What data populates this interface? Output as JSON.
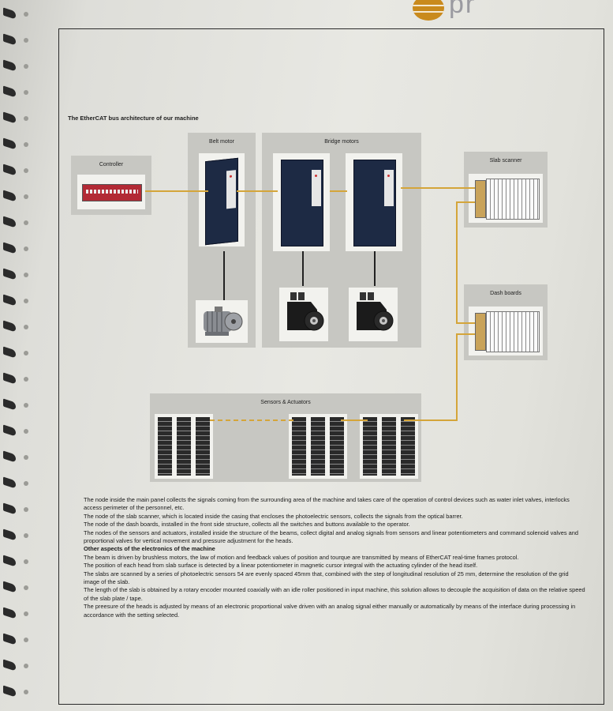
{
  "logo": {
    "text": "pr"
  },
  "document": {
    "title": "The EtherCAT bus architecture of our machine",
    "labels": {
      "controller": "Controller",
      "belt_motor": "Belt motor",
      "bridge_motors": "Bridge motors",
      "slab_scanner": "Slab scanner",
      "dash_boards": "Dash boards",
      "sensors_actuators": "Sensors & Actuators"
    },
    "paragraphs": [
      "The node inside the main panel collects the signals coming from the surrounding area of the machine and takes care of the operation of control devices such as water inlet valves, interlocks access perimeter of the personnel, etc.",
      "The node of the slab scanner, which is located inside the casing that encloses the photoelectric sensors, collects the signals from the optical barrer.",
      "The node of the dash boards, installed in the front side structure, collects all the switches and buttons available to the operator.",
      "The nodes of the sensors and actuators, installed inside the structure of the beams, collect digital and analog signals from sensors and linear potentiometers and command solenoid valves and proportional valves for vertical movement and pressure adjustment for the heads.",
      "Other aspects of the electronics of the machine",
      "The beam is driven by brushless motors, the law of motion and feedback values of position and tourque are transmitted by means of EtherCAT real-time frames protocol.",
      "The position of each head from slab surface is detected by a linear potentiometer in magnetic cursor integral with the actuating cylinder of the head itself.",
      "The slabs are scanned by a series of photoelectric sensors 54 are evenly spaced 45mm that, combined with the step of longitudinal resolution of 25 mm, determine the resolution of the grid image of the slab.",
      "The length of the slab is obtained by a rotary encoder mounted coaxially with an idle roller positioned in input machine, this solution allows to decouple the acquisition of data on the relative speed of the slab plate / tape.",
      "The preesure of the heads is adjusted by means of an electronic proportional valve driven with an analog signal either manually or automatically by means of the interface during processing in accordance with the setting selected."
    ]
  },
  "colors": {
    "bus_wire": "#d4a53a",
    "panel_bg": "#c7c7c2",
    "drive_body": "#1d2a44",
    "controller_body": "#b22a35",
    "logo_mark": "#c98a1d"
  }
}
